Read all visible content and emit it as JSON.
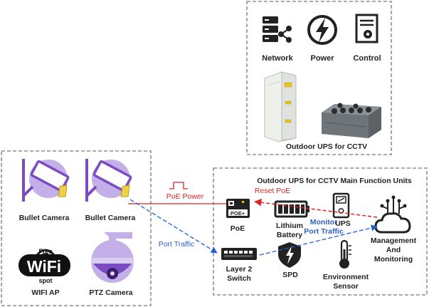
{
  "top_box": {
    "icons": [
      {
        "label": "Network",
        "icon": "network-server-icon"
      },
      {
        "label": "Power",
        "icon": "power-bolt-icon"
      },
      {
        "label": "Control",
        "icon": "control-document-icon"
      }
    ],
    "caption": "Outdoor UPS for CCTV"
  },
  "left_box": {
    "devices": [
      {
        "label": "Bullet Camera",
        "icon": "bullet-camera-icon"
      },
      {
        "label": "Bullet Camera",
        "icon": "bullet-camera-icon"
      },
      {
        "label": "WIFI AP",
        "icon": "wifi-logo-icon"
      },
      {
        "label": "PTZ Camera",
        "icon": "ptz-camera-icon"
      }
    ],
    "wifi_logo": {
      "top": "Free",
      "main": "WiFi",
      "bottom": "spot"
    }
  },
  "right_box": {
    "title": "Outdoor UPS for CCTV Main Function Units",
    "units": {
      "poe": {
        "label": "PoE",
        "badge": "POE+"
      },
      "battery": {
        "line1": "Lithium",
        "line2": "Battery"
      },
      "ups": {
        "label": "UPS"
      },
      "switch": {
        "line1": "Layer 2",
        "line2": "Switch"
      },
      "spd": {
        "label": "SPD"
      },
      "env": {
        "line1": "Environment",
        "line2": "Sensor"
      },
      "mgmt": {
        "line1": "Management",
        "line2": "And",
        "line3": "Monitoring"
      }
    }
  },
  "connections": {
    "poe_power": "PoE Power",
    "reset_poe": "Reset PoE",
    "port_traffic_left": "Port Traffic",
    "monitor_line1": "Monitor",
    "monitor_line2": "Port Traffic"
  },
  "colors": {
    "frame": "#777777",
    "power_red": "#e02424",
    "traffic_blue": "#1f5fd6",
    "label_blue": "#2d62c9",
    "label_red": "#e02424",
    "camera_purple": "#7c4bbf",
    "camera_lavender": "#c3b0e8",
    "dark": "#222222"
  }
}
